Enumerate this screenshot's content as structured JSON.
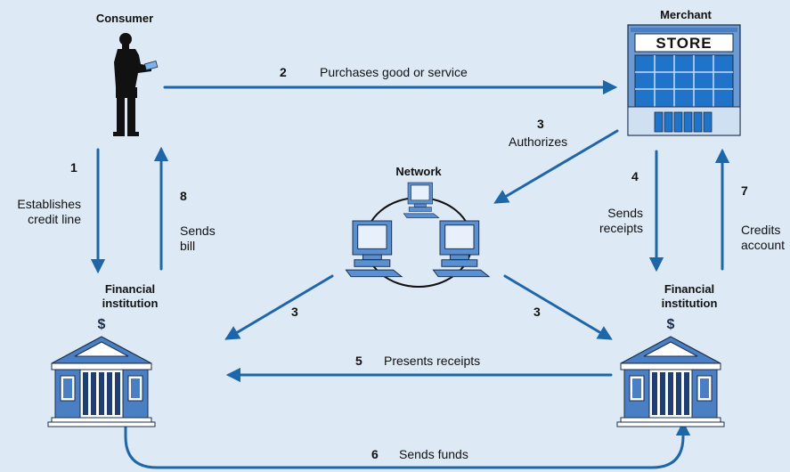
{
  "actors": {
    "consumer": "Consumer",
    "merchant": "Merchant",
    "store_sign": "STORE",
    "network": "Network",
    "fi_left_line1": "Financial",
    "fi_left_line2": "institution",
    "fi_right_line1": "Financial",
    "fi_right_line2": "institution",
    "dollar_sign": "$"
  },
  "steps": {
    "s1": {
      "num": "1",
      "line1": "Establishes",
      "line2": "credit line"
    },
    "s2": {
      "num": "2",
      "label": "Purchases good or service"
    },
    "s3": {
      "num": "3",
      "label": "Authorizes"
    },
    "s3_left": {
      "num": "3"
    },
    "s3_right": {
      "num": "3"
    },
    "s4": {
      "num": "4",
      "line1": "Sends",
      "line2": "receipts"
    },
    "s5": {
      "num": "5",
      "label": "Presents receipts"
    },
    "s6": {
      "num": "6",
      "label": "Sends funds"
    },
    "s7": {
      "num": "7",
      "line1": "Credits",
      "line2": "account"
    },
    "s8": {
      "num": "8",
      "line1": "Sends",
      "line2": "bill"
    }
  },
  "colors": {
    "background": "#dde9f5",
    "arrow": "#1f66a8",
    "bank_fill": "#4a7fc4",
    "store_frame": "#6b9bd2",
    "window": "#1f73c9",
    "computer": "#5a8fd0"
  }
}
